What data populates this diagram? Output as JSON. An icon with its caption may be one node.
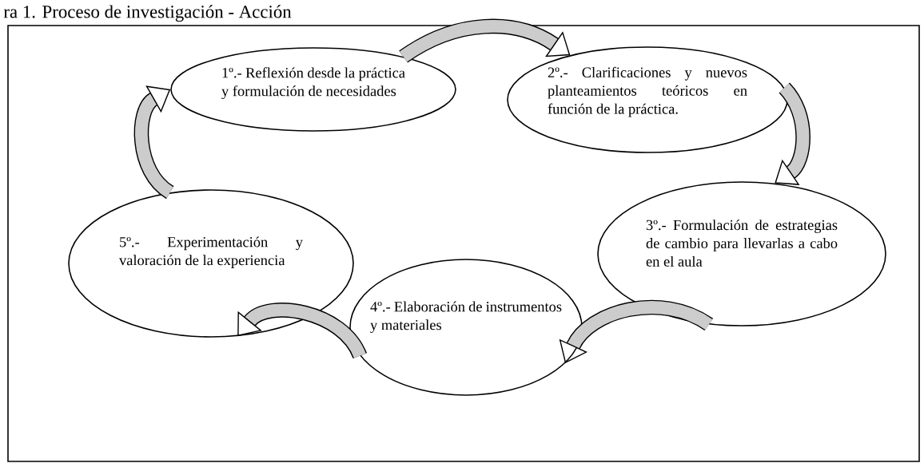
{
  "diagram": {
    "title": "ra 1. Proceso de investigación - Acción",
    "nodes": [
      {
        "text": [
          "1º.- Reflexión desde la práctica y formulación de necesidades"
        ]
      },
      {
        "text": [
          "2º.- Clarificaciones y nuevos planteamientos teóricos en función de la práctica."
        ]
      },
      {
        "text": [
          "3º.- Formulación de estrategias de cambio para llevarlas a cabo en el aula"
        ]
      },
      {
        "text": [
          "4º.- Elaboración de instrumentos y materiales"
        ]
      },
      {
        "text": [
          "5º.- Experimentación y valoración de la experiencia"
        ]
      }
    ],
    "edges": [
      {
        "from": 0,
        "to": 1,
        "arrow": "to"
      },
      {
        "from": 1,
        "to": 2,
        "arrow": "to"
      },
      {
        "from": 2,
        "to": 3,
        "arrow": "to"
      },
      {
        "from": 3,
        "to": 4,
        "arrow": "to"
      },
      {
        "from": 4,
        "to": 0,
        "arrow": "to"
      }
    ]
  }
}
